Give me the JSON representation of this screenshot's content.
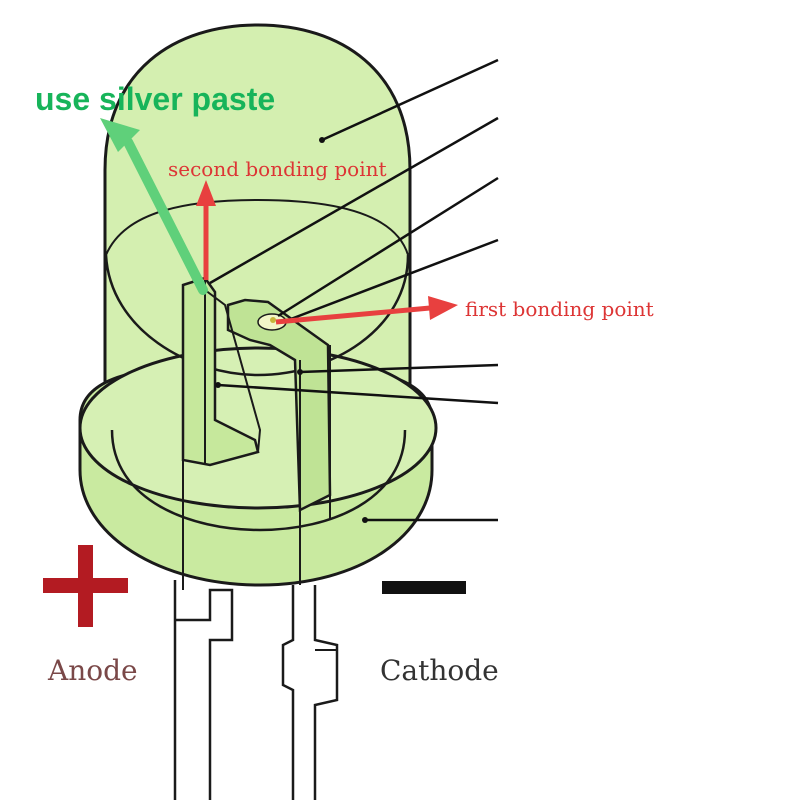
{
  "labels": {
    "silver_paste": "use silver paste",
    "second_bonding": "second bonding point",
    "first_bonding": "first bonding point",
    "anode": "Anode",
    "cathode": "Cathode"
  },
  "colors": {
    "green_text": "#17b45a",
    "red_text": "#dd3535",
    "epoxy_fill": "#d4efb0",
    "epoxy_fill_dark": "#c4e69a",
    "outline": "#1a1a1a",
    "plus_sign": "#b31b22",
    "minus_sign": "#111111",
    "red_arrow": "#e8403f",
    "green_arrow": "#5fd07a",
    "anode_text": "#7a4848"
  },
  "icons": {
    "plus": "plus-sign-icon",
    "minus": "minus-sign-icon"
  }
}
